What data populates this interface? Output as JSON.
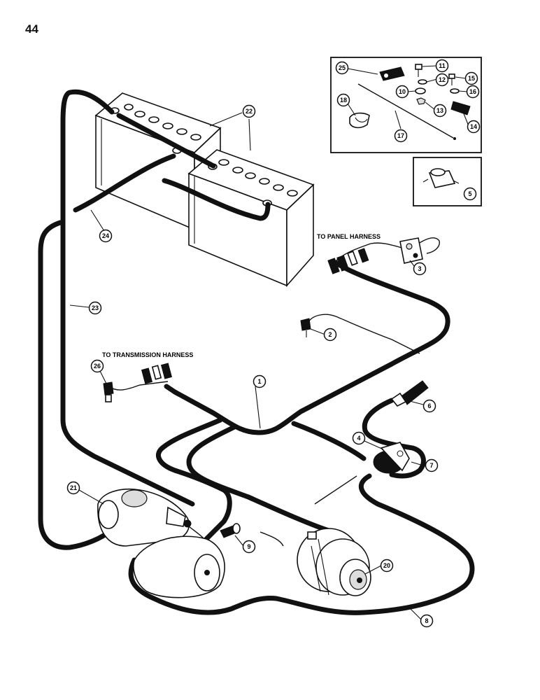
{
  "page": {
    "number": "44"
  },
  "labels": {
    "panel_harness": "TO PANEL HARNESS",
    "transmission_harness": "TO TRANSMISSION HARNESS"
  },
  "callouts": [
    "1",
    "2",
    "3",
    "4",
    "5",
    "6",
    "7",
    "8",
    "9",
    "10",
    "11",
    "12",
    "13",
    "14",
    "15",
    "16",
    "17",
    "18",
    "20",
    "21",
    "22",
    "23",
    "24",
    "25",
    "26"
  ]
}
